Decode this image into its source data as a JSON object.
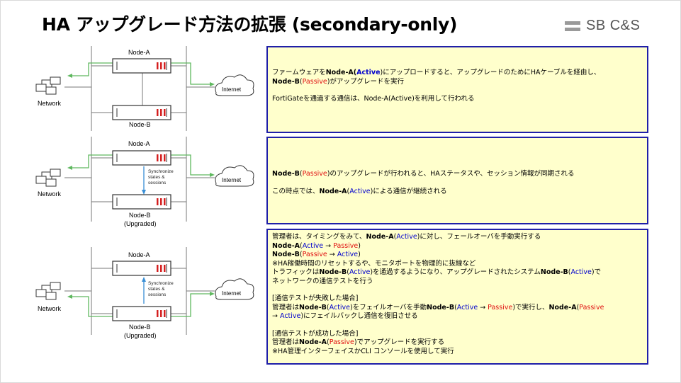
{
  "title": "HA アップグレード方法の拡張 (secondary-only)",
  "logo": {
    "bars_icon": "logo-bars-icon",
    "text": "SB C&S"
  },
  "colors": {
    "box_bg": "#ffffcc",
    "box_border": "#1f1fa8",
    "active": "#0000cc",
    "passive": "#e01010",
    "traffic_line": "#5fb85f"
  },
  "diagrams": [
    {
      "node_top": "Node-A",
      "node_bottom": "Node-B",
      "network": "Network",
      "internet": "Internet"
    },
    {
      "node_top": "Node-A",
      "node_bottom": "Node-B",
      "upgraded": "(Upgraded)",
      "sync": [
        "Synchronize",
        "states &",
        "sessions"
      ],
      "network": "Network",
      "internet": "Internet"
    },
    {
      "node_top": "Node-A",
      "node_bottom": "Node-B",
      "upgraded": "(Upgraded)",
      "sync": [
        "Synchronize",
        "states &",
        "sessions"
      ],
      "network": "Network",
      "internet": "Internet"
    }
  ],
  "box1": {
    "l1_a": "ファームウェアを",
    "l1_b": "Node-A",
    "l1_c": "(",
    "l1_d": "Active",
    "l1_e": ")にアップロードすると、アップグレードのためにHAケーブルを経由し、",
    "l2_a": "Node-B",
    "l2_b": "(",
    "l2_c": "Passive",
    "l2_d": ")がアップグレードを実行",
    "l3": "FortiGateを通過する通信は、Node-A(Active)を利用して行われる"
  },
  "box2": {
    "l1_a": "Node-B",
    "l1_b": "(",
    "l1_c": "Passive",
    "l1_d": ")のアップグレードが行われると、HAステータスや、セッション情報が同期される",
    "l2_a": "この時点では、",
    "l2_b": "Node-A",
    "l2_c": "(",
    "l2_d": "Active",
    "l2_e": ")による通信が継続される"
  },
  "box3": {
    "l1_a": "管理者は、タイミングをみて、",
    "l1_b": "Node-A",
    "l1_c": "(",
    "l1_d": "Active",
    "l1_e": ")に対し、フェールオーバを手動実行する",
    "l2_a": "Node-A",
    "l2_b": "(",
    "l2_c": "Active",
    "l2_d": " → ",
    "l2_e": "Passive",
    "l2_f": ")",
    "l3_a": "Node-B",
    "l3_b": "(",
    "l3_c": "Passive",
    "l3_d": " → ",
    "l3_e": "Active",
    "l3_f": ")",
    "l4": "※HA稼働時間のリセットするや、モニタポートを物理的に抜線など",
    "l5_a": "トラフィックは",
    "l5_b": "Node-B",
    "l5_c": "(",
    "l5_d": "Active",
    "l5_e": ")を通過するようになり、アップグレードされたシステム",
    "l5_f": "Node-B",
    "l5_g": "(",
    "l5_h": "Active",
    "l5_i": ")で",
    "l6": "ネットワークの通信テストを行う",
    "l7": "[通信テストが失敗した場合]",
    "l8_a": "管理者は",
    "l8_b": "Node-B",
    "l8_c": "(",
    "l8_d": "Active",
    "l8_e": ")をフェイルオーバを手動",
    "l8_f": "Node-B",
    "l8_g": "(",
    "l8_h": "Active",
    "l8_i": " → ",
    "l8_j": "Passive",
    "l8_k": ")で実行し、",
    "l8_l": "Node-A",
    "l8_m": "(",
    "l8_n": "Passive",
    "l9_a": "→ ",
    "l9_b": "Active",
    "l9_c": ")にフェイルバックし通信を復旧させる",
    "l10": "[通信テストが成功した場合]",
    "l11_a": "管理者は",
    "l11_b": "Node-A",
    "l11_c": "(",
    "l11_d": "Passive",
    "l11_e": ")でアップグレードを実行する",
    "l12": "※HA管理インターフェイスかCLI コンソールを使用して実行"
  }
}
